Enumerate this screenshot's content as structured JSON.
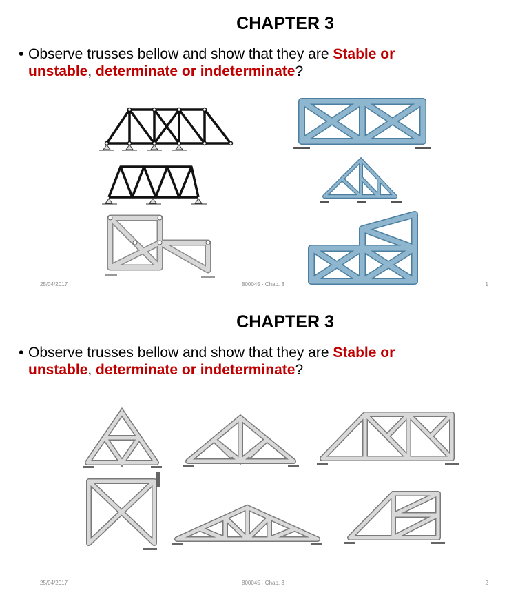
{
  "slides": [
    {
      "title": "CHAPTER 3",
      "bullet": {
        "text_before": "Observe trusses bellow and show that they are ",
        "highlight1": "Stable or unstable",
        "sep": ", ",
        "highlight2": "determinate or indeterminate",
        "end": "?"
      },
      "footer": {
        "date": "25/04/2017",
        "course": "800045 - Chap. 3",
        "page": "1"
      }
    },
    {
      "title": "CHAPTER 3",
      "bullet": {
        "text_before": "Observe trusses bellow and show that they are ",
        "highlight1": "Stable or unstable",
        "sep": ", ",
        "highlight2": "determinate or indeterminate",
        "end": "?"
      },
      "footer": {
        "date": "25/04/2017",
        "course": "800045 - Chap. 3",
        "page": "2"
      }
    }
  ],
  "colors": {
    "accent_red": "#c00000",
    "truss_blue": "#8fb6cf",
    "truss_gray": "#c9c9c9",
    "truss_black": "#111111"
  }
}
